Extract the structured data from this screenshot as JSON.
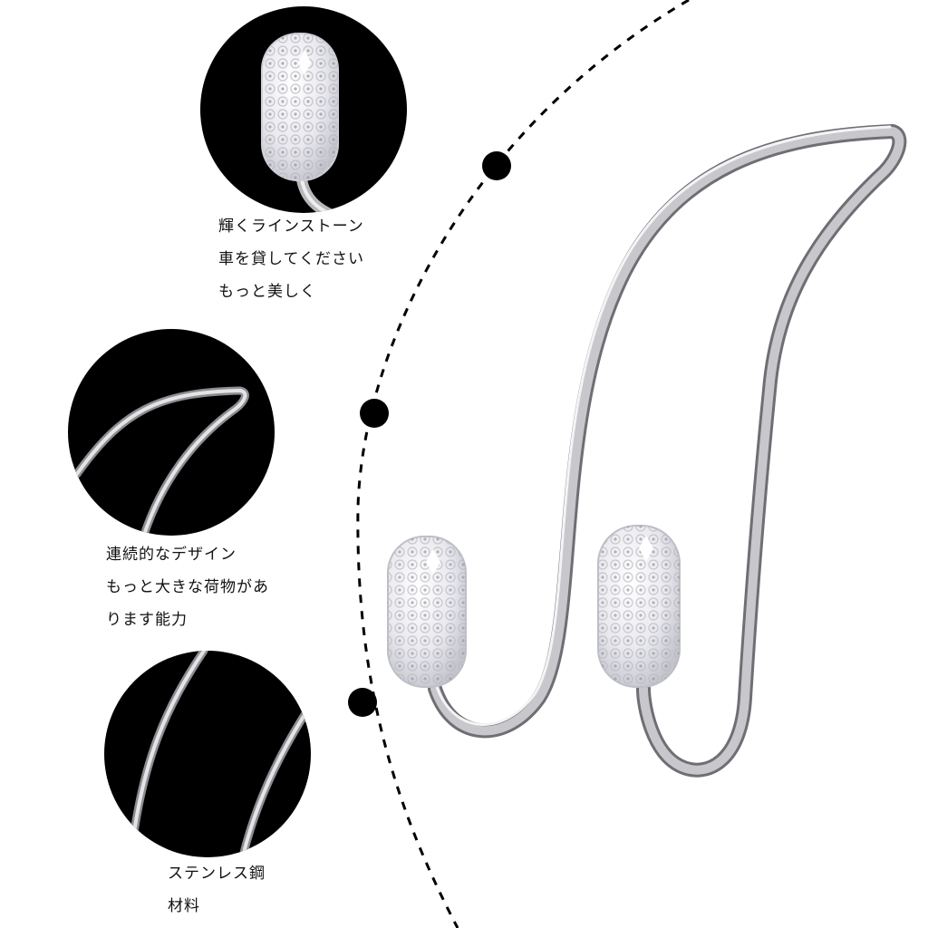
{
  "features": [
    {
      "lines": [
        "輝くラインストーン",
        "車を貸してください",
        "もっと美しく"
      ]
    },
    {
      "lines": [
        "連続的なデザイン",
        "もっと大きな荷物があ",
        "ります能力"
      ]
    },
    {
      "lines": [
        "ステンレス鋼",
        "材料"
      ]
    }
  ],
  "colors": {
    "circle_background": "#000000",
    "steel": "#a6a6aa",
    "steel_highlight": "#e6e6e8",
    "crystal": "#f2f2f4",
    "divider": "#000000"
  },
  "icons": [
    "rhinestone-tip-icon",
    "curved-hook-icon",
    "steel-rod-icon"
  ]
}
